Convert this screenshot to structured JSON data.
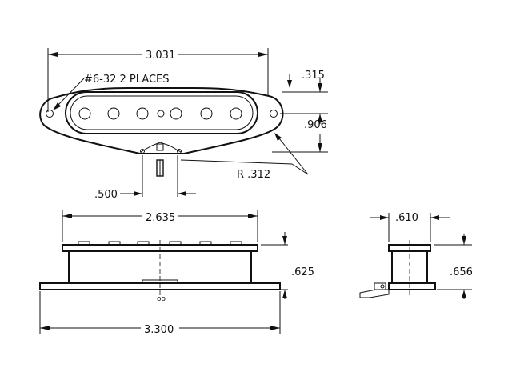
{
  "labels": {
    "overall_length": "3.031",
    "mount_holes": "#6-32 2 PLACES",
    "hole_offset": ".315",
    "width": ".906",
    "radius": "R .312",
    "lead_offset": ".500",
    "bobbin_length": "2.635",
    "height": ".625",
    "base_length": "3.300",
    "side_width": ".610",
    "side_height": ".656"
  }
}
